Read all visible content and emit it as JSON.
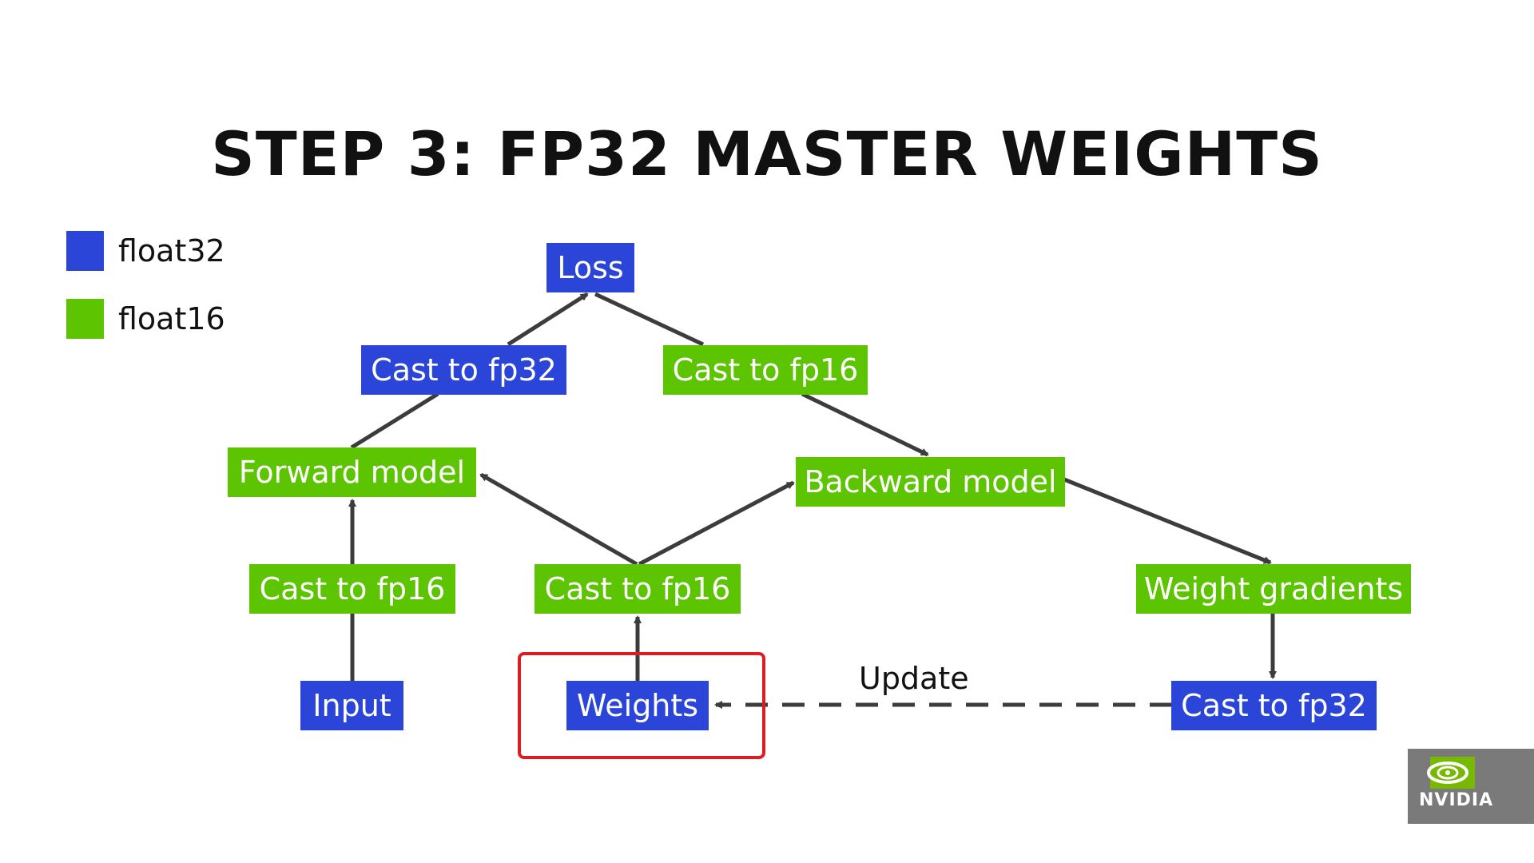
{
  "title": "STEP 3: FP32 MASTER WEIGHTS",
  "colors": {
    "float32": "#2a45d8",
    "float16": "#5cc400",
    "edge": "#3c3c3c",
    "highlight": "#e11b22"
  },
  "legend": [
    {
      "label": "float32",
      "color": "#2a45d8"
    },
    {
      "label": "float16",
      "color": "#5cc400"
    }
  ],
  "nodes": {
    "loss": {
      "label": "Loss",
      "type": "float32"
    },
    "cast_fp32_top": {
      "label": "Cast to fp32",
      "type": "float32"
    },
    "cast_fp16_top": {
      "label": "Cast to fp16",
      "type": "float16"
    },
    "forward_model": {
      "label": "Forward model",
      "type": "float16"
    },
    "backward_model": {
      "label": "Backward model",
      "type": "float16"
    },
    "cast_fp16_input": {
      "label": "Cast to fp16",
      "type": "float16"
    },
    "cast_fp16_weights": {
      "label": "Cast to fp16",
      "type": "float16"
    },
    "weight_gradients": {
      "label": "Weight gradients",
      "type": "float16"
    },
    "input": {
      "label": "Input",
      "type": "float32"
    },
    "weights": {
      "label": "Weights",
      "type": "float32",
      "highlighted": true
    },
    "cast_fp32_bottom": {
      "label": "Cast to fp32",
      "type": "float32"
    }
  },
  "edges": [
    {
      "from": "input",
      "to": "cast_fp16_input"
    },
    {
      "from": "cast_fp16_input",
      "to": "forward_model"
    },
    {
      "from": "forward_model",
      "to": "cast_fp32_top"
    },
    {
      "from": "cast_fp32_top",
      "to": "loss"
    },
    {
      "from": "loss",
      "to": "cast_fp16_top"
    },
    {
      "from": "cast_fp16_top",
      "to": "backward_model"
    },
    {
      "from": "weights",
      "to": "cast_fp16_weights"
    },
    {
      "from": "cast_fp16_weights",
      "to": "forward_model"
    },
    {
      "from": "cast_fp16_weights",
      "to": "backward_model"
    },
    {
      "from": "backward_model",
      "to": "weight_gradients"
    },
    {
      "from": "weight_gradients",
      "to": "cast_fp32_bottom"
    },
    {
      "from": "cast_fp32_bottom",
      "to": "weights",
      "style": "dashed",
      "label": "Update"
    }
  ],
  "update_label": "Update",
  "logo": {
    "text": "NVIDIA"
  }
}
